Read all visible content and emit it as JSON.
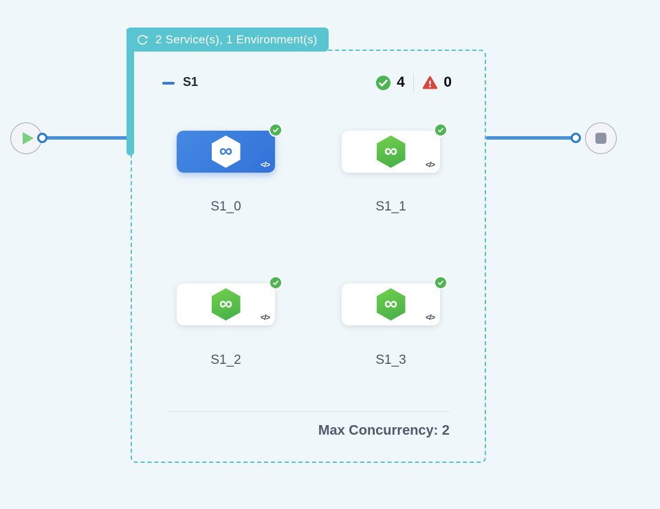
{
  "header_badge": {
    "label": "2 Service(s), 1 Environment(s)",
    "icon": "loop-icon"
  },
  "group": {
    "name": "S1",
    "success_count": "4",
    "failed_count": "0",
    "max_concurrency_label": "Max Concurrency: 2",
    "services": [
      {
        "label": "S1_0",
        "selected": true,
        "status": "success"
      },
      {
        "label": "S1_1",
        "selected": false,
        "status": "success"
      },
      {
        "label": "S1_2",
        "selected": false,
        "status": "success"
      },
      {
        "label": "S1_3",
        "selected": false,
        "status": "success"
      }
    ]
  },
  "nodes": {
    "start_icon": "play-icon",
    "end_icon": "stop-icon"
  },
  "colors": {
    "page_bg": "#EFF7FA",
    "badge_teal": "#58C5D0",
    "dashed_border_teal": "#55C4D3",
    "edge_blue": "#4A90D8",
    "selected_card_blue": "#3272D9",
    "hexagon_green": "#43AE49",
    "success_green": "#4CB450",
    "failed_red": "#D9463E"
  }
}
